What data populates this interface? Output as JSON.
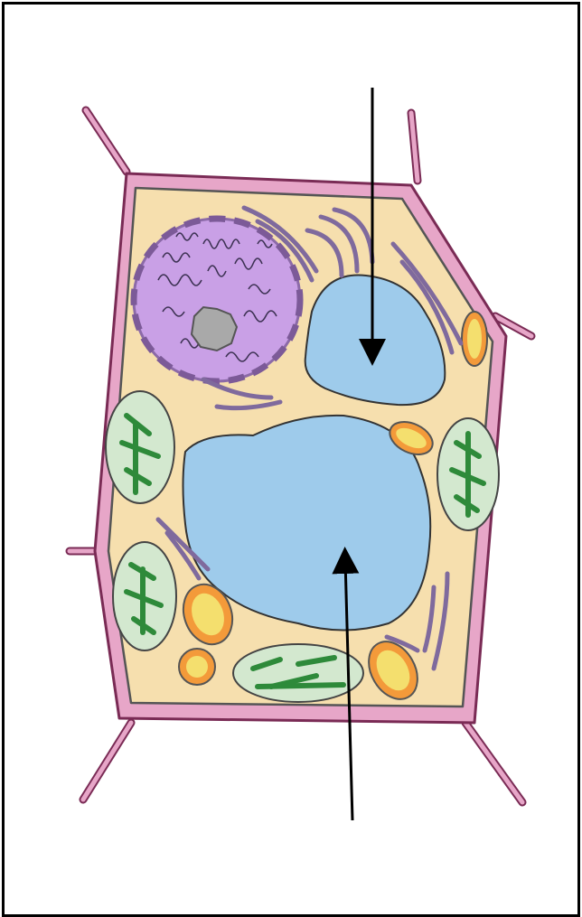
{
  "figure": {
    "subject": "plant-cell",
    "labels": [],
    "colors": {
      "cell_wall": "#e7a6c8",
      "cell_wall_outline": "#7a2b55",
      "cytoplasm": "#f6dfae",
      "vacuole": "#9ecbeb",
      "nucleus": "#c9a0e6",
      "nuclear_envelope": "#8c6aa8",
      "nucleolus": "#a9a9a9",
      "chromatin": "#3c3152",
      "chloroplast": "#d3e8cf",
      "thylakoid": "#2e8a3a",
      "mitochondrion": "#f39a3a",
      "mitochondrion_inner": "#f4df6e",
      "er_golgi": "#7f6a9d",
      "outline": "#333333",
      "arrow": "#000000"
    },
    "pointers": [
      {
        "name": "pointer-upper-vacuole",
        "points_to": "small-vacuole"
      },
      {
        "name": "pointer-central-vacuole",
        "points_to": "central-vacuole"
      }
    ]
  }
}
